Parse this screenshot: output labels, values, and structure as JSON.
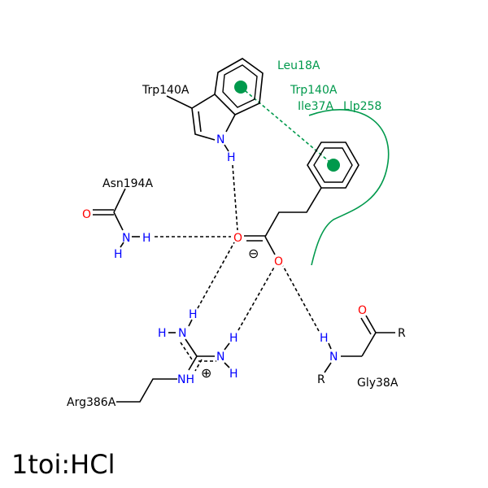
{
  "title": "1toi:HCl",
  "residues": {
    "trp140_black": "Trp140A",
    "asn194": "Asn194A",
    "arg386": "Arg386A",
    "gly38": "Gly38A",
    "leu18": "Leu18A",
    "trp140_green": "Trp140A",
    "ile37": "Ile37A",
    "llp258": "Llp258"
  },
  "atoms": {
    "trp_n": "N",
    "trp_h": "H",
    "asn_o": "O",
    "asn_n": "N",
    "asn_h1": "H",
    "asn_h2": "H",
    "lig_o1": "O",
    "lig_o2": "O",
    "minus": "⊖",
    "arg_h_top": "H",
    "arg_h_left": "H",
    "arg_n1": "N",
    "arg_n2": "N",
    "arg_h3": "H",
    "arg_h4": "H",
    "arg_nh": "NH",
    "plus": "⊕",
    "gly_h": "H",
    "gly_n": "N",
    "gly_r1": "R",
    "gly_o": "O",
    "gly_r2": "R"
  },
  "colors": {
    "hydrophobic": "#00994c",
    "nitrogen": "#0000ff",
    "oxygen": "#ff0000"
  }
}
